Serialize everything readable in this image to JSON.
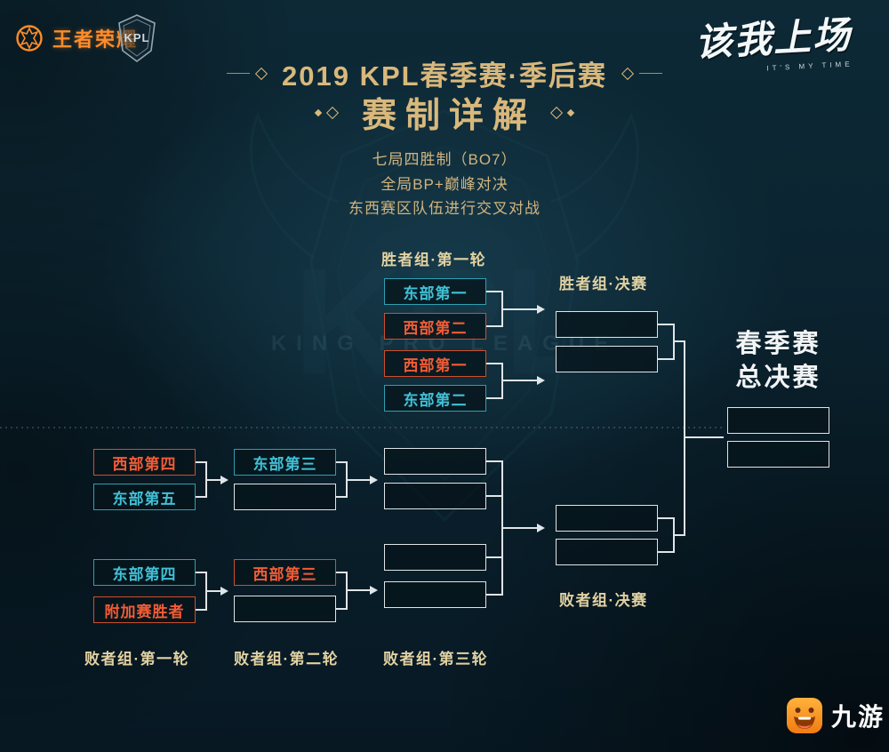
{
  "header": {
    "wzry_logo_text": "王者荣耀",
    "kpl_logo_text": "KPL",
    "slogan_text": "该我上场",
    "slogan_sub": "IT'S MY TIME"
  },
  "title": {
    "line1": "2019 KPL春季赛·季后赛",
    "line2": "赛制详解"
  },
  "rules": {
    "line1": "七局四胜制（BO7）",
    "line2": "全局BP+巅峰对决",
    "line3": "东西赛区队伍进行交叉对战"
  },
  "bracket": {
    "winners_r1": {
      "label": "胜者组·第一轮",
      "slots": [
        {
          "team": "东部第一",
          "conf": "east"
        },
        {
          "team": "西部第二",
          "conf": "west"
        },
        {
          "team": "西部第一",
          "conf": "west"
        },
        {
          "team": "东部第二",
          "conf": "east"
        }
      ]
    },
    "winners_final": {
      "label": "胜者组·决赛"
    },
    "losers_r1": {
      "label": "败者组·第一轮",
      "slots": [
        {
          "team": "西部第四",
          "conf": "west"
        },
        {
          "team": "东部第五",
          "conf": "east"
        },
        {
          "team": "东部第四",
          "conf": "east"
        },
        {
          "team": "附加赛胜者",
          "conf": "west"
        }
      ]
    },
    "losers_r2": {
      "label": "败者组·第二轮",
      "slots": [
        {
          "team": "东部第三",
          "conf": "east"
        },
        {
          "team": "西部第三",
          "conf": "west"
        }
      ]
    },
    "losers_r3": {
      "label": "败者组·第三轮"
    },
    "losers_final": {
      "label": "败者组·决赛"
    },
    "grand_final": {
      "line1": "春季赛",
      "line2": "总决赛"
    }
  },
  "watermark": {
    "bg_text": "KING PRO LEAGUE",
    "crest_text": "KPL"
  },
  "footer": {
    "site_name": "九游"
  },
  "colors": {
    "east": "#41c0d6",
    "west": "#f25c35",
    "gold": "#d9b87c",
    "line": "#dfe5e8"
  }
}
